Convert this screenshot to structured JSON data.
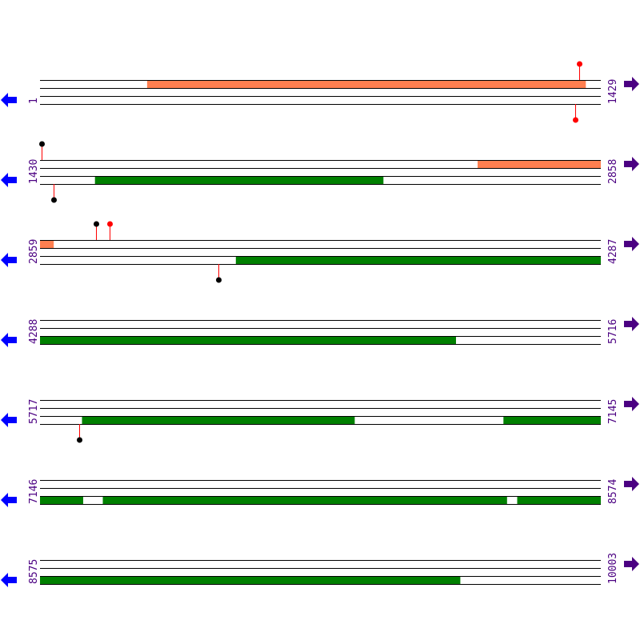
{
  "diagram": {
    "colors": {
      "line": "#000000",
      "label": "#4b0082",
      "left_arrow": "#0000ff",
      "right_arrow": "#4b0082",
      "stem": "#ff0000",
      "salmon": "#ff7f50",
      "green": "#008000",
      "marker_red": "#ff0000",
      "marker_black": "#000000"
    },
    "bases_per_row": 1429,
    "rows": [
      {
        "start": 1,
        "end": 1429,
        "features": [
          {
            "band": 0,
            "from": 274,
            "to": 1391,
            "color": "salmon"
          }
        ],
        "markers": [
          {
            "pos": 1375,
            "dir": "up",
            "color": "marker_red"
          },
          {
            "pos": 1364,
            "dir": "down",
            "color": "marker_red"
          }
        ]
      },
      {
        "start": 1430,
        "end": 2858,
        "features": [
          {
            "band": 0,
            "from": 2545,
            "to": 2858,
            "color": "salmon"
          },
          {
            "band": 2,
            "from": 1570,
            "to": 2304,
            "color": "green"
          }
        ],
        "markers": [
          {
            "pos": 1434,
            "dir": "up",
            "color": "marker_black"
          },
          {
            "pos": 1464,
            "dir": "down",
            "color": "marker_black"
          }
        ]
      },
      {
        "start": 2859,
        "end": 4287,
        "features": [
          {
            "band": 0,
            "from": 2859,
            "to": 2893,
            "color": "salmon"
          },
          {
            "band": 2,
            "from": 3358,
            "to": 4287,
            "color": "green"
          }
        ],
        "markers": [
          {
            "pos": 3002,
            "dir": "up",
            "color": "marker_black"
          },
          {
            "pos": 3036,
            "dir": "up",
            "color": "marker_red"
          },
          {
            "pos": 3313,
            "dir": "down",
            "color": "marker_black"
          }
        ]
      },
      {
        "start": 4288,
        "end": 5716,
        "features": [
          {
            "band": 2,
            "from": 4288,
            "to": 5347,
            "color": "green"
          }
        ],
        "markers": []
      },
      {
        "start": 5717,
        "end": 7145,
        "features": [
          {
            "band": 2,
            "from": 5824,
            "to": 6518,
            "color": "green"
          },
          {
            "band": 2,
            "from": 6898,
            "to": 7145,
            "color": "green"
          }
        ],
        "markers": [
          {
            "pos": 5817,
            "dir": "down",
            "color": "marker_black"
          }
        ]
      },
      {
        "start": 7146,
        "end": 8574,
        "features": [
          {
            "band": 2,
            "from": 7146,
            "to": 7255,
            "color": "green"
          },
          {
            "band": 2,
            "from": 7306,
            "to": 8335,
            "color": "green"
          },
          {
            "band": 2,
            "from": 8362,
            "to": 8574,
            "color": "green"
          }
        ],
        "markers": []
      },
      {
        "start": 8575,
        "end": 10003,
        "features": [
          {
            "band": 2,
            "from": 8575,
            "to": 9645,
            "color": "green"
          }
        ],
        "markers": []
      }
    ]
  }
}
